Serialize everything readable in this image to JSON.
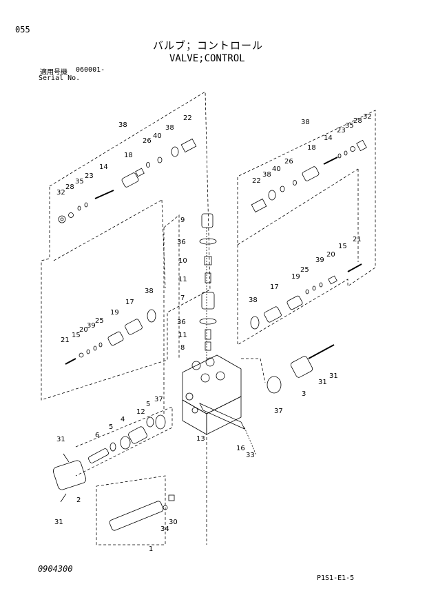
{
  "page_number": "055",
  "title_jp": "バルブ；コントロール",
  "title_en": "VALVE;CONTROL",
  "serial_label_jp": "適用号機",
  "serial_value": "060001-",
  "serial_label_en": "Serial No.",
  "footer_left": "0904300",
  "footer_right": "P1S1-E1-5",
  "callouts": {
    "c38a": "38",
    "c26a": "26",
    "c40a": "40",
    "c38b": "38",
    "c22a": "22",
    "c18a": "18",
    "c14a": "14",
    "c23a": "23",
    "c35a": "35",
    "c28a": "28",
    "c32a": "32",
    "c38c": "38",
    "c32b": "32",
    "c28b": "28",
    "c35b": "35",
    "c23b": "23",
    "c14b": "14",
    "c18b": "18",
    "c26b": "26",
    "c40b": "40",
    "c38d": "38",
    "c22b": "22",
    "c9": "9",
    "c36a": "36",
    "c10": "10",
    "c11a": "11",
    "c7": "7",
    "c36b": "36",
    "c11b": "11",
    "c8": "8",
    "c38e": "38",
    "c17a": "17",
    "c19a": "19",
    "c25a": "25",
    "c39a": "39",
    "c20a": "20",
    "c15a": "15",
    "c21a": "21",
    "c21b": "21",
    "c15b": "15",
    "c20b": "20",
    "c39b": "39",
    "c25b": "25",
    "c19b": "19",
    "c17b": "17",
    "c38f": "38",
    "c31a": "31",
    "c31b": "31",
    "c3": "3",
    "c37a": "37",
    "c13": "13",
    "c16": "16",
    "c33": "33",
    "c37b": "37",
    "c5a": "5",
    "c4": "4",
    "c12": "12",
    "c5b": "5",
    "c6": "6",
    "c31c": "31",
    "c2": "2",
    "c31d": "31",
    "c1": "1",
    "c34": "34",
    "c30": "30"
  }
}
